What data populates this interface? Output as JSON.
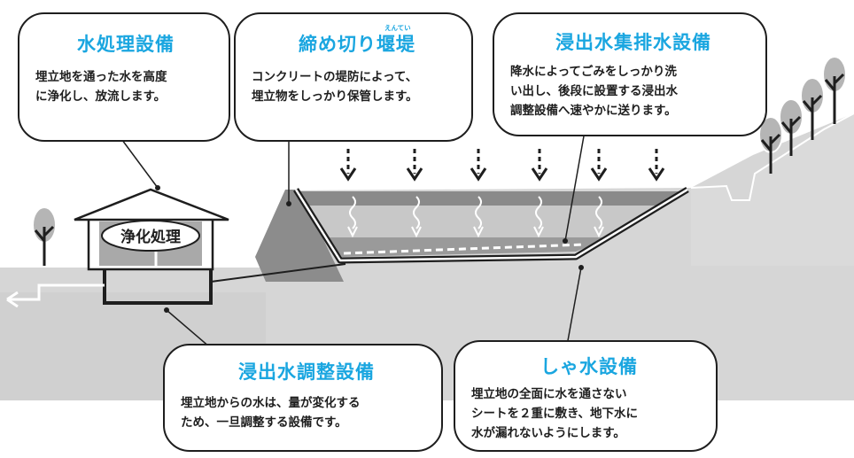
{
  "callouts": {
    "water_treatment": {
      "title": "水処理設備",
      "text_lines": [
        "埋立地を通った水を高度",
        "に浄化し、放流します。"
      ]
    },
    "embankment": {
      "title": "締め切り堰堤",
      "ruby": "えんてい",
      "text_lines": [
        "コンクリートの堤防によって、",
        "埋立物をしっかり保管します。"
      ]
    },
    "leachate_collection": {
      "title": "浸出水集排水設備",
      "text_lines": [
        "降水によってごみをしっかり洗",
        "い出し、後段に設置する浸出水",
        "調整設備へ速やかに送ります。"
      ]
    },
    "leachate_adjustment": {
      "title": "浸出水調整設備",
      "text_lines": [
        "埋立地からの水は、量が変化する",
        "ため、一旦調整する設備です。"
      ]
    },
    "water_barrier": {
      "title": "しゃ水設備",
      "text_lines": [
        "埋立地の全面に水を通さない",
        "シートを２重に敷き、地下水に",
        "水が漏れないようにします。"
      ]
    }
  },
  "building_label": "浄化処理",
  "colors": {
    "title_blue": "#1aa6e0",
    "ink": "#1e1e1e",
    "ground": "#d6d6d6",
    "dam": "#8c8c8c",
    "layer_dark": "#8a8a8a",
    "layer_light": "#c8c8c8"
  }
}
